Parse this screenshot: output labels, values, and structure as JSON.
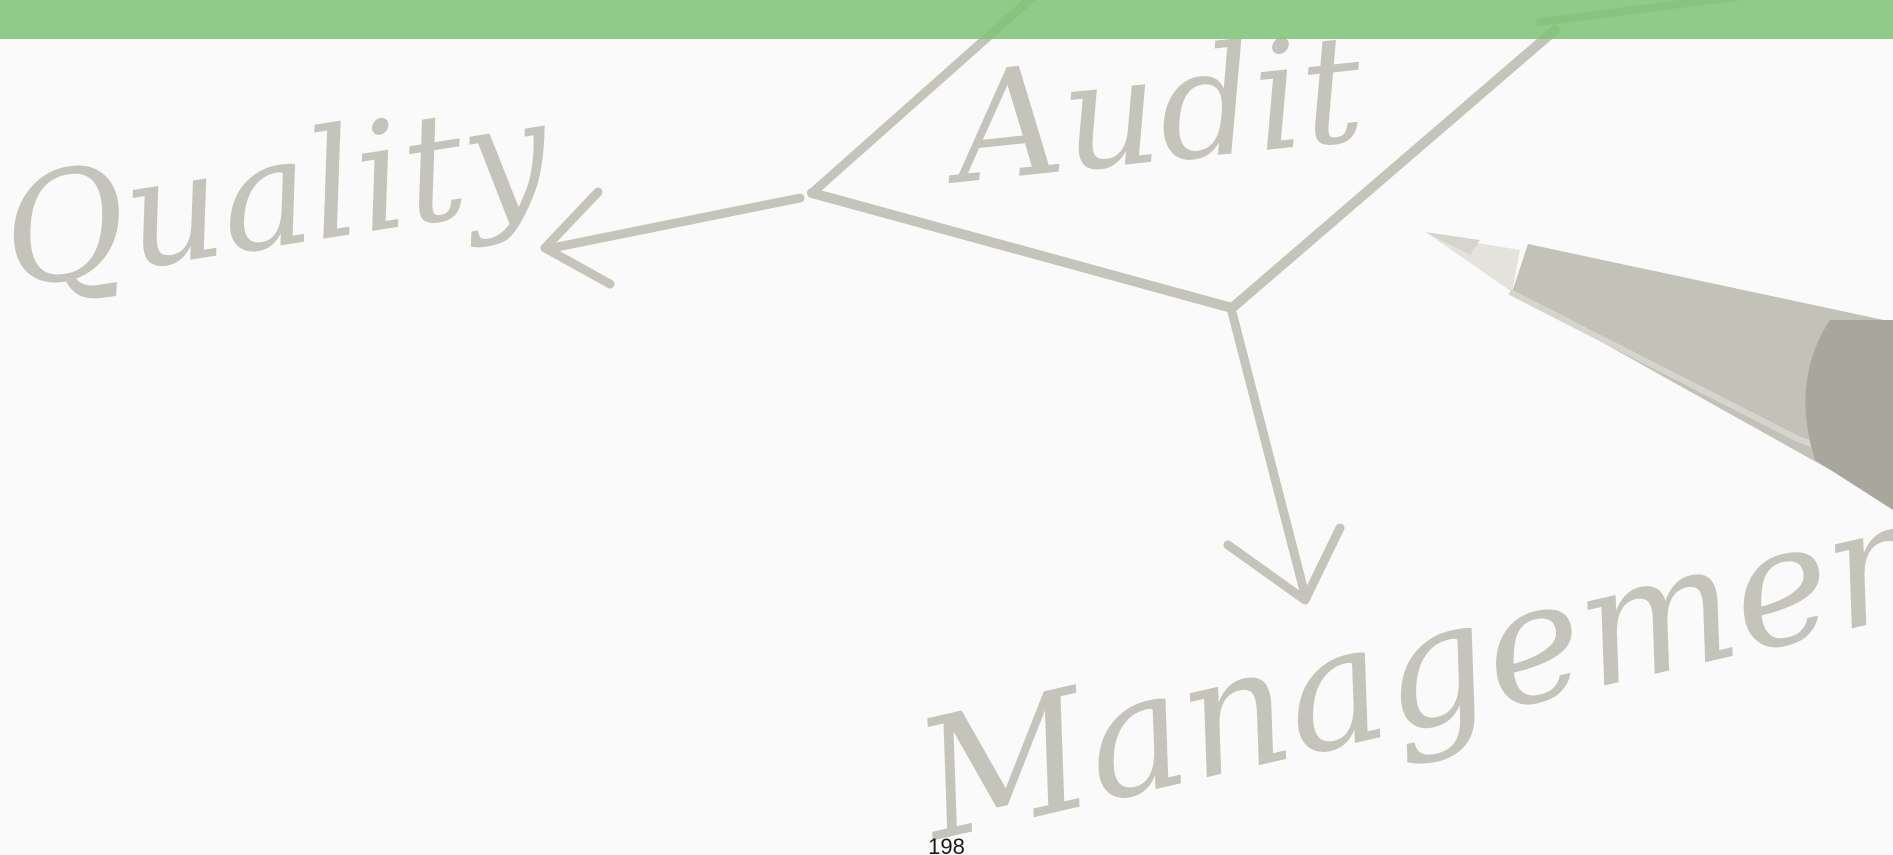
{
  "background": {
    "page_color": "#fafafa",
    "ink_color": "#c5c4bb",
    "pen_body_color": "#c3c2b8",
    "pen_grip_color": "#a9a69d",
    "band_color": "#7ec476"
  },
  "sketch": {
    "words": [
      "Audit",
      "Quality",
      "Management"
    ]
  },
  "footer": {
    "page_number": "198"
  }
}
